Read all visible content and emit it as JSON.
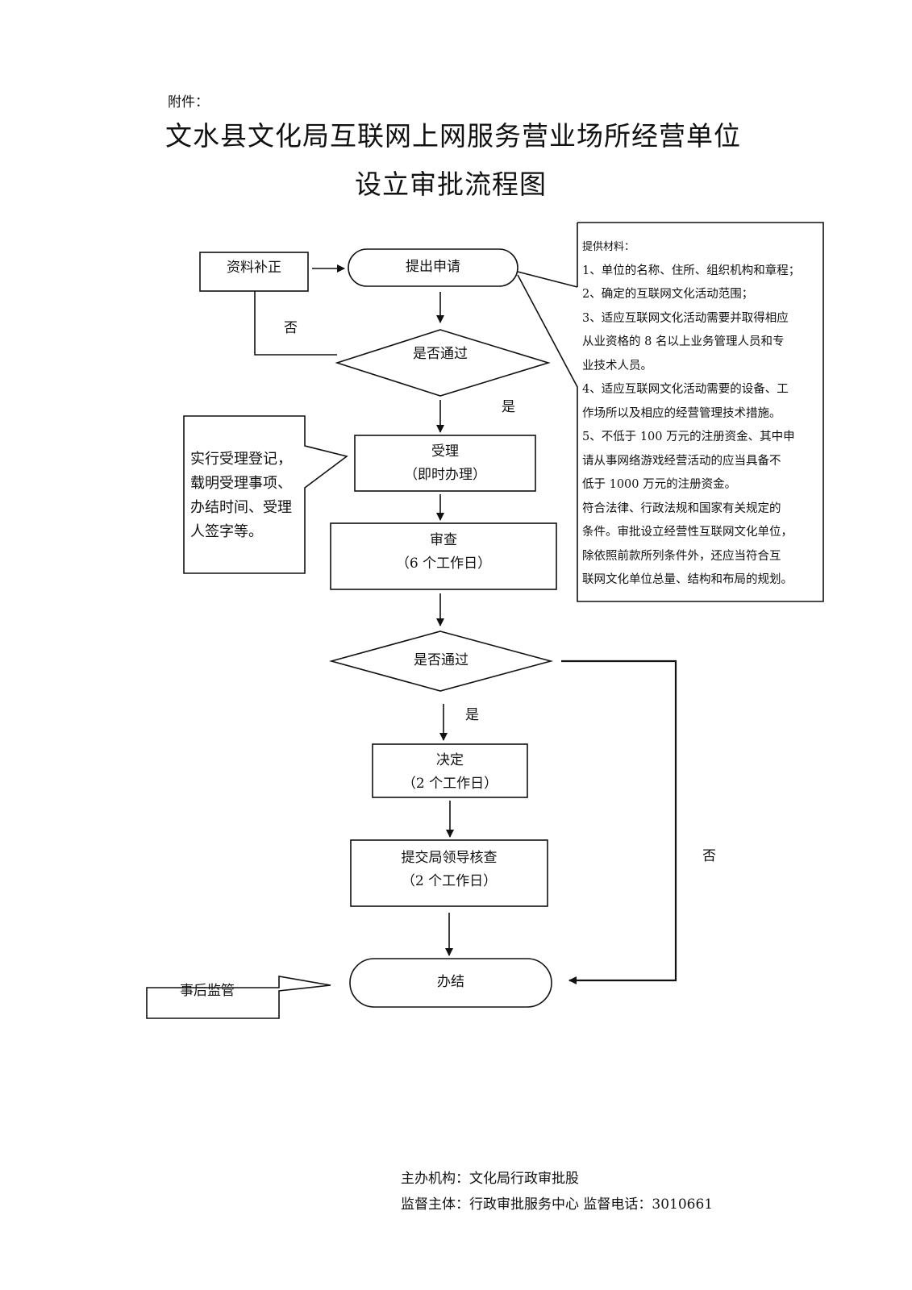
{
  "document": {
    "attachment_label": "附件：",
    "title_line1": "文水县文化局互联网上网服务营业场所经营单位",
    "title_line2": "设立审批流程图"
  },
  "nodes": {
    "supplement": "资料补正",
    "apply": "提出申请",
    "decision1": "是否通过",
    "accept": {
      "title": "受理",
      "subtitle": "（即时办理）"
    },
    "review": {
      "title": "审查",
      "subtitle": "（6 个工作日）"
    },
    "decision2": "是否通过",
    "decide": {
      "title": "决定",
      "subtitle": "（2 个工作日）"
    },
    "leader_check": {
      "title": "提交局领导核查",
      "subtitle": "（2 个工作日）"
    },
    "complete": "办结"
  },
  "edge_labels": {
    "decision1_no": "否",
    "decision1_yes": "是",
    "decision2_yes": "是",
    "decision2_no": "否"
  },
  "callouts": {
    "accept_note": [
      "实行受理登记，",
      "载明受理事项、",
      "办结时间、受理",
      "人签字等。"
    ],
    "post_supervision": "事后监管",
    "materials": {
      "heading": "提供材料：",
      "lines": [
        "1、单位的名称、住所、组织机构和章程；",
        "2、确定的互联网文化活动范围；",
        "3、适应互联网文化活动需要并取得相应",
        "从业资格的 8 名以上业务管理人员和专",
        "业技术人员。",
        "4、适应互联网文化活动需要的设备、工",
        "作场所以及相应的经营管理技术措施。",
        "5、不低于 100 万元的注册资金、其中申",
        "请从事网络游戏经营活动的应当具备不",
        "低于 1000 万元的注册资金。",
        "符合法律、行政法规和国家有关规定的",
        "条件。审批设立经营性互联网文化单位，",
        "除依照前款所列条件外，还应当符合互",
        "联网文化单位总量、结构和布局的规划。"
      ]
    }
  },
  "footer": {
    "organizer_label": "主办机构：",
    "organizer_value": "文化局行政审批股",
    "supervisor_label": "监督主体：",
    "supervisor_value": "行政审批服务中心",
    "phone_label": "监督电话：",
    "phone_value": "3010661"
  }
}
